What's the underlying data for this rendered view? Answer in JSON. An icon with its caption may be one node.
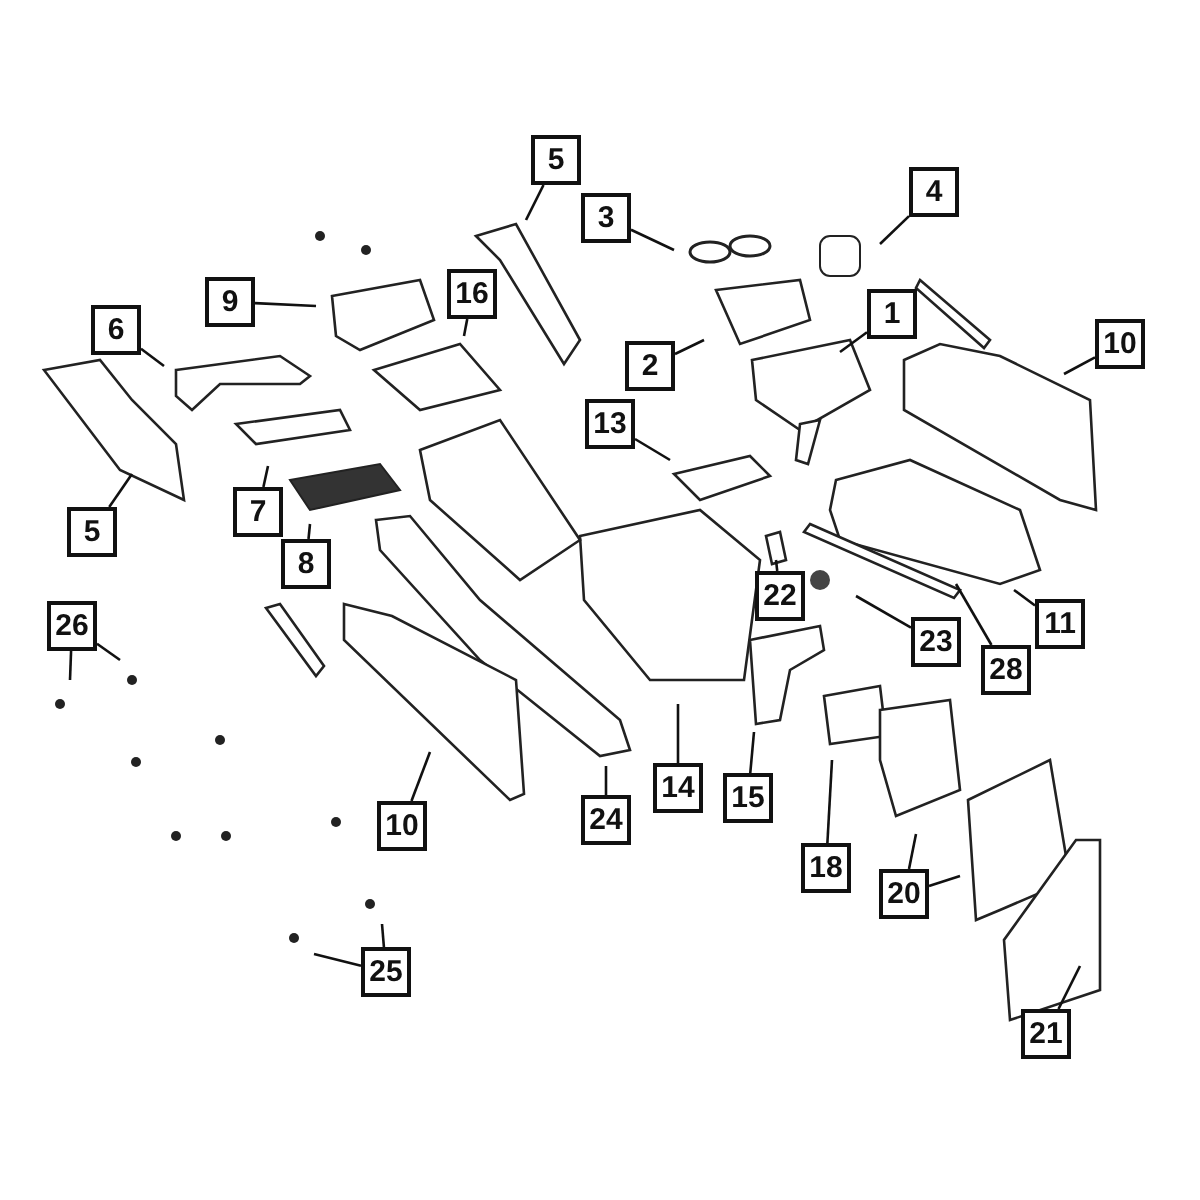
{
  "diagram": {
    "nodes": [
      {
        "text": [
          "5"
        ]
      },
      {
        "text": [
          "3"
        ]
      },
      {
        "text": [
          "4"
        ]
      },
      {
        "text": [
          "9"
        ]
      },
      {
        "text": [
          "16"
        ]
      },
      {
        "text": [
          "1"
        ]
      },
      {
        "text": [
          "10"
        ]
      },
      {
        "text": [
          "6"
        ]
      },
      {
        "text": [
          "2"
        ]
      },
      {
        "text": [
          "13"
        ]
      },
      {
        "text": [
          "5"
        ]
      },
      {
        "text": [
          "7"
        ]
      },
      {
        "text": [
          "8"
        ]
      },
      {
        "text": [
          "22"
        ]
      },
      {
        "text": [
          "23"
        ]
      },
      {
        "text": [
          "11"
        ]
      },
      {
        "text": [
          "28"
        ]
      },
      {
        "text": [
          "26"
        ]
      },
      {
        "text": [
          "10"
        ]
      },
      {
        "text": [
          "24"
        ]
      },
      {
        "text": [
          "14"
        ]
      },
      {
        "text": [
          "15"
        ]
      },
      {
        "text": [
          "18"
        ]
      },
      {
        "text": [
          "20"
        ]
      },
      {
        "text": [
          "25"
        ]
      },
      {
        "text": [
          "21"
        ]
      }
    ],
    "edges": [
      {
        "from": 0,
        "to": null,
        "arrow": "none"
      },
      {
        "from": 1,
        "to": null,
        "arrow": "none"
      },
      {
        "from": 2,
        "to": null,
        "arrow": "none"
      },
      {
        "from": 3,
        "to": null,
        "arrow": "none"
      },
      {
        "from": 4,
        "to": null,
        "arrow": "none"
      },
      {
        "from": 5,
        "to": null,
        "arrow": "none"
      },
      {
        "from": 6,
        "to": null,
        "arrow": "none"
      },
      {
        "from": 7,
        "to": null,
        "arrow": "none"
      },
      {
        "from": 8,
        "to": null,
        "arrow": "none"
      },
      {
        "from": 9,
        "to": null,
        "arrow": "none"
      },
      {
        "from": 10,
        "to": null,
        "arrow": "none"
      },
      {
        "from": 11,
        "to": null,
        "arrow": "none"
      },
      {
        "from": 12,
        "to": null,
        "arrow": "none"
      },
      {
        "from": 13,
        "to": null,
        "arrow": "none"
      },
      {
        "from": 14,
        "to": null,
        "arrow": "none"
      },
      {
        "from": 15,
        "to": null,
        "arrow": "none"
      },
      {
        "from": 16,
        "to": null,
        "arrow": "none"
      },
      {
        "from": 17,
        "to": null,
        "arrow": "none"
      },
      {
        "from": 17,
        "to": null,
        "arrow": "none"
      },
      {
        "from": 18,
        "to": null,
        "arrow": "none"
      },
      {
        "from": 19,
        "to": null,
        "arrow": "none"
      },
      {
        "from": 20,
        "to": null,
        "arrow": "none"
      },
      {
        "from": 21,
        "to": null,
        "arrow": "none"
      },
      {
        "from": 22,
        "to": null,
        "arrow": "none"
      },
      {
        "from": 23,
        "to": null,
        "arrow": "none"
      },
      {
        "from": 23,
        "to": null,
        "arrow": "none"
      },
      {
        "from": 24,
        "to": null,
        "arrow": "none"
      },
      {
        "from": 24,
        "to": null,
        "arrow": "none"
      },
      {
        "from": 25,
        "to": null,
        "arrow": "none"
      }
    ]
  }
}
